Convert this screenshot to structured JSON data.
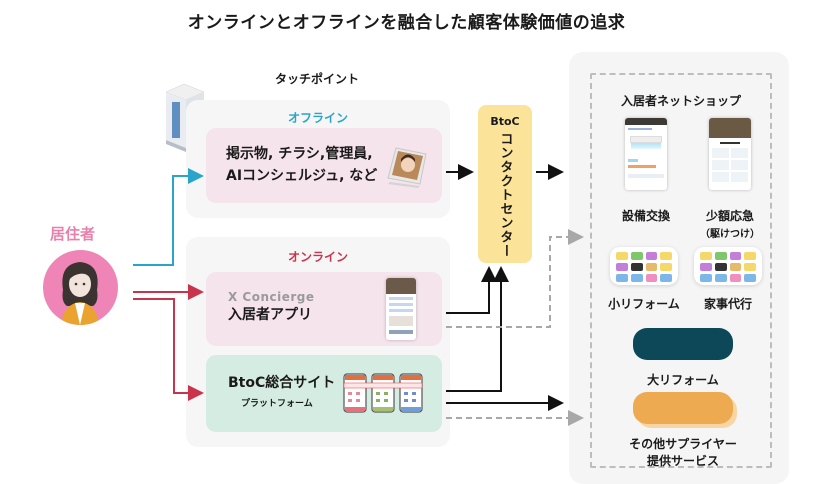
{
  "title": "オンラインとオフラインを融合した顧客体験価値の追求",
  "touchpoint_label": "タッチポイント",
  "resident": {
    "label": "居住者",
    "icon": "resident-avatar"
  },
  "offline": {
    "label": "オフライン",
    "color": "#2aa5c9",
    "card_lines": [
      "掲示物, チラシ,管理員,",
      "AIコンシェルジュ, など"
    ],
    "icon": "ai-concierge-tablet"
  },
  "online": {
    "label": "オンライン",
    "color": "#c8344b",
    "app": {
      "brand": "X Concierge",
      "label": "入居者アプリ",
      "icon": "resident-app-phone"
    },
    "site": {
      "label": "BtoC総合サイト",
      "sublabel": "プラットフォーム",
      "icon": "platform-phones"
    }
  },
  "contact_center": {
    "top": "BtoC",
    "label": "コンタクトセンター",
    "color": "#fbe49a"
  },
  "net_shop": {
    "title": "入居者ネットショップ",
    "services": [
      {
        "label": "設備交換",
        "sublabel": ""
      },
      {
        "label": "少額応急",
        "sublabel": "（駆けつけ）"
      },
      {
        "label": "小リフォーム",
        "sublabel": ""
      },
      {
        "label": "家事代行",
        "sublabel": ""
      }
    ],
    "major": {
      "label": "大リフォーム",
      "color": "#0d4858"
    },
    "others": {
      "lines": [
        "その他サプライヤー",
        "提供サービス"
      ],
      "color": "#eeaa50"
    }
  },
  "colors": {
    "offline_line": "#2aa5c9",
    "online_line": "#c8344b",
    "arrow": "#111111",
    "dashed": "#a8a8a8"
  }
}
